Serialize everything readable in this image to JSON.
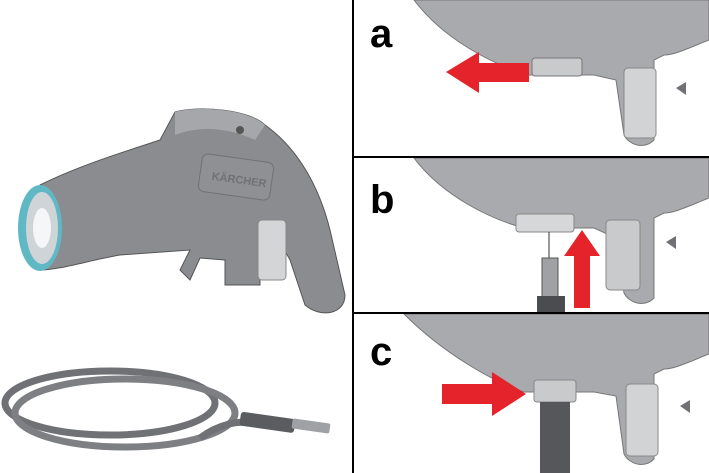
{
  "brand_logo": "KÄRCHER",
  "steps": [
    {
      "label": "a"
    },
    {
      "label": "b"
    },
    {
      "label": "c"
    }
  ],
  "colors": {
    "arrow": "#e4232b",
    "body": "#8a8c8f",
    "ring": "#5fb8c4",
    "trigger": "#c9cacc"
  }
}
